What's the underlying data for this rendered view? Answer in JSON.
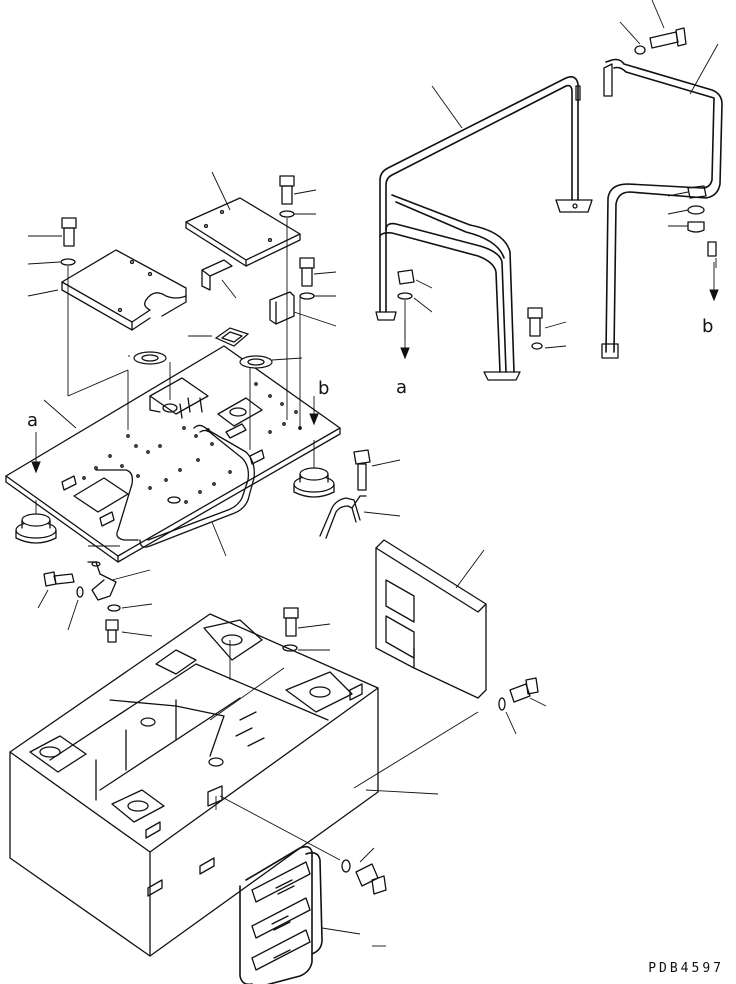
{
  "callouts": {
    "a_left": "a",
    "b_left": "b",
    "a_right": "a",
    "b_right": "b"
  },
  "drawing_code": "PDB4597"
}
